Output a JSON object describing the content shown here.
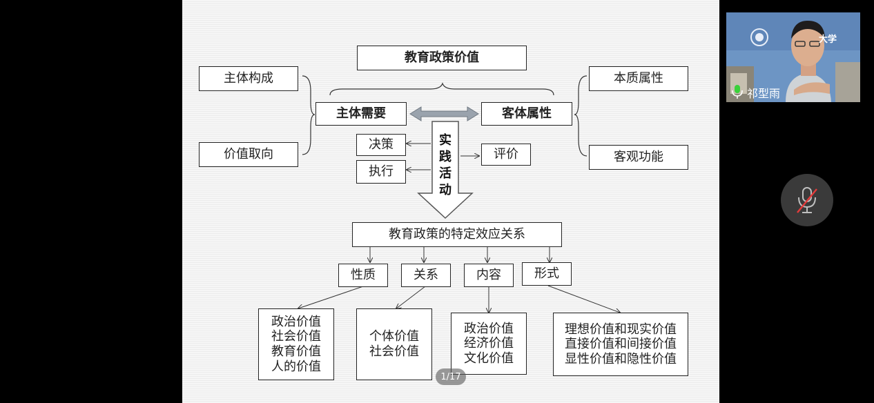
{
  "slide": {
    "title": "教育政策价值",
    "subject_composition": "主体构成",
    "value_orientation": "价值取向",
    "subject_needs": "主体需要",
    "object_attributes": "客体属性",
    "essential_attributes": "本质属性",
    "objective_function": "客观功能",
    "decision": "决策",
    "execution": "执行",
    "evaluation": "评价",
    "practice_chars": [
      "实",
      "践",
      "活",
      "动"
    ],
    "effect_relation": "教育政策的特定效应关系",
    "categories": [
      "性质",
      "关系",
      "内容",
      "形式"
    ],
    "nature_values": "政治价值\n社会价值\n教育价值\n人的价值",
    "relation_values": "个体价值\n社会价值",
    "content_values": "政治价值\n经济价值\n文化价值",
    "form_values": "理想价值和现实价值\n直接价值和间接价值\n显性价值和隐性价值",
    "page_indicator": "1/17"
  },
  "video": {
    "participant_name": "祁型雨",
    "banner_text": "大学"
  },
  "colors": {
    "background": "#000000",
    "slide_bg": "#f2f2f2",
    "box_border": "#222222",
    "double_arrow": "#9aa3ad"
  },
  "icons": {
    "participant_mic": "microphone-icon",
    "mute_toggle": "microphone-muted-icon"
  }
}
